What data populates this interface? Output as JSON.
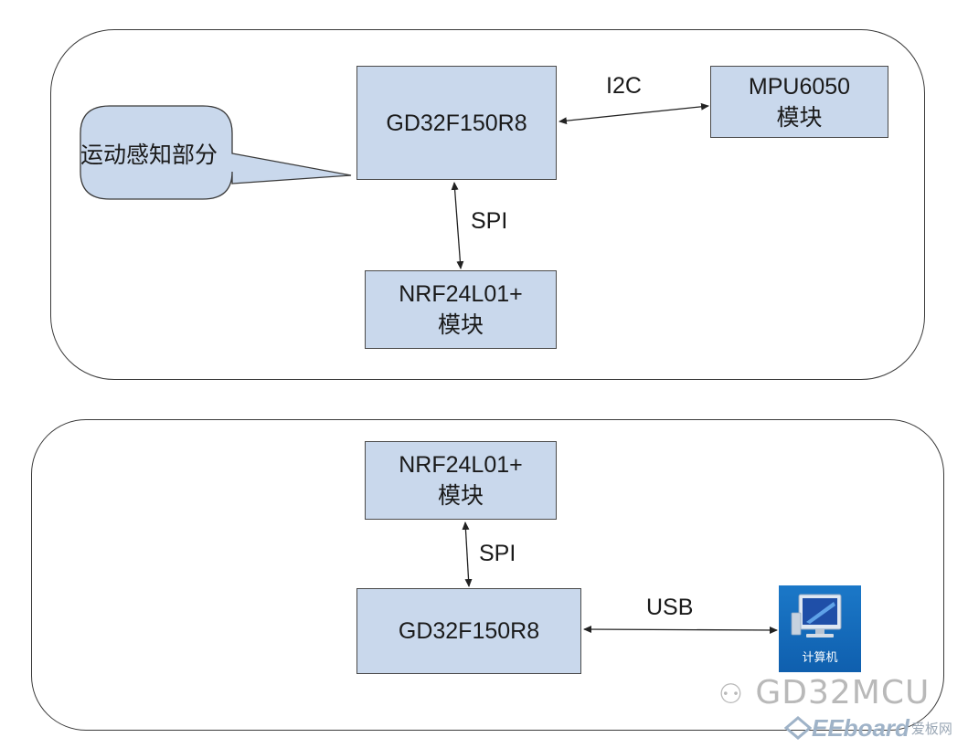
{
  "diagram": {
    "top": {
      "mcu": "GD32F150R8",
      "sensor_line1": "MPU6050",
      "sensor_line2": "模块",
      "radio_line1": "NRF24L01+",
      "radio_line2": "模块",
      "i2c_label": "I2C",
      "spi_label": "SPI",
      "callout": "运动感知部分"
    },
    "bottom": {
      "radio_line1": "NRF24L01+",
      "radio_line2": "模块",
      "mcu": "GD32F150R8",
      "spi_label": "SPI",
      "usb_label": "USB",
      "computer_label": "计算机"
    }
  },
  "watermark": {
    "wechat": "GD32MCU",
    "eeboard_brand": "EEboard",
    "eeboard_cn": "爱板网"
  },
  "colors": {
    "block_fill": "#c9d8ec",
    "computer_bg": "#1b78c8",
    "watermark": "#b9b9b9"
  }
}
